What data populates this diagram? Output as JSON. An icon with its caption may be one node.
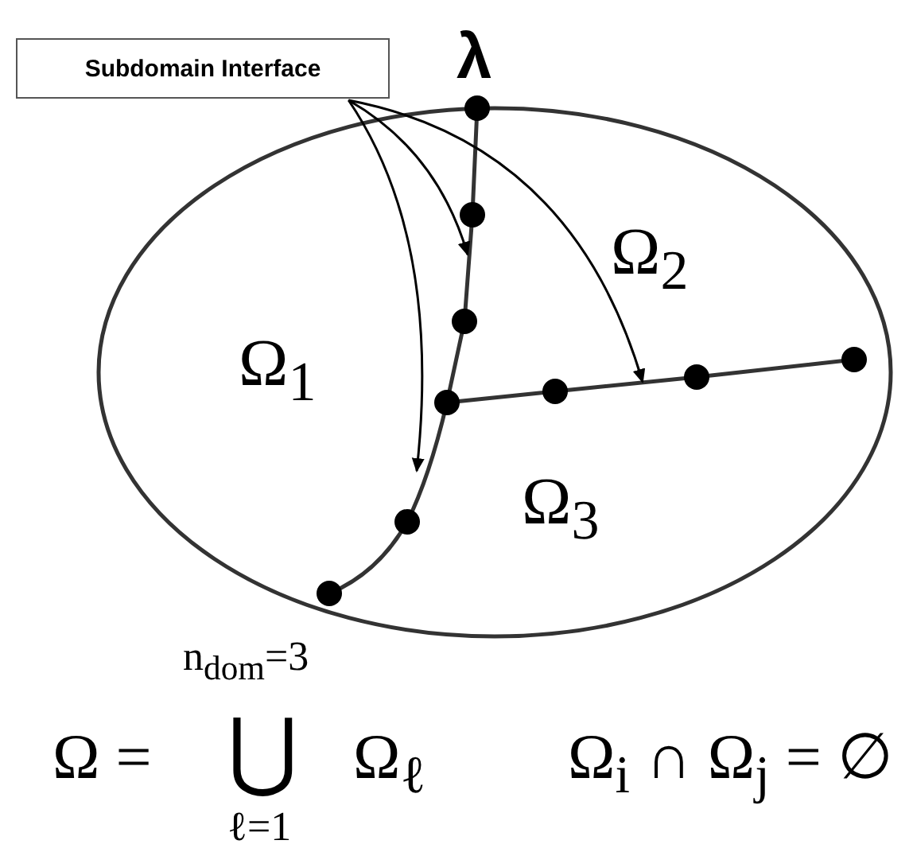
{
  "diagram": {
    "nodes": [
      {
        "text": [
          "Subdomain Interface"
        ]
      },
      {
        "text": [],
        "shape": "line"
      }
    ],
    "edges": [
      {
        "from": 0,
        "to": 1,
        "arrow": "to"
      },
      {
        "from": 0,
        "to": 1,
        "arrow": "to"
      },
      {
        "from": 0,
        "to": 1,
        "arrow": "to"
      }
    ],
    "labels": [
      "λ",
      "Ω$_{1}$",
      "Ω$_{2}$",
      "Ω$_{3}$",
      "Ω =",
      "n$_{dom}$=3",
      "⋃",
      "ℓ=1",
      "Ω$_{ℓ}$",
      "Ω$_{i}$ ∩ Ω$_{j}$ = ∅"
    ]
  }
}
